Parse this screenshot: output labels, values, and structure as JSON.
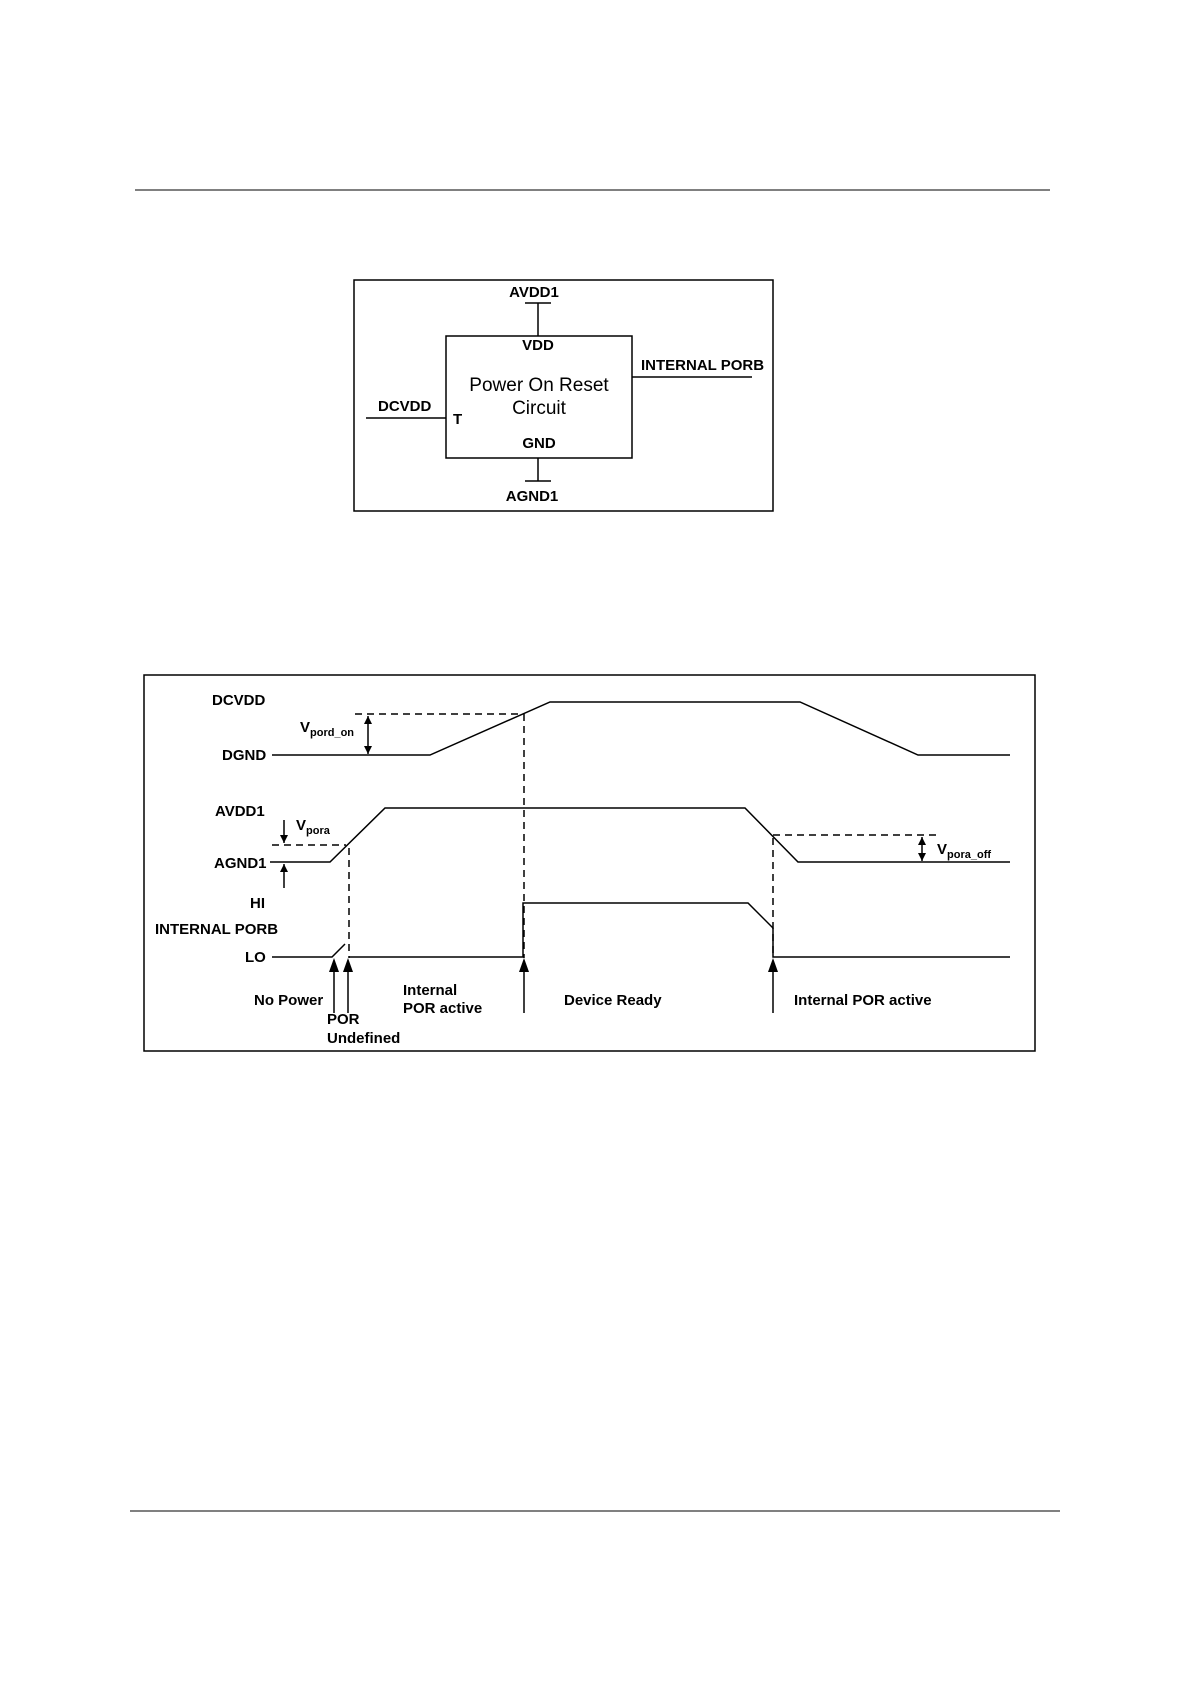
{
  "block_diagram": {
    "supply_pin": "AVDD1",
    "vdd_pin": "VDD",
    "block_title_line1": "Power On Reset",
    "block_title_line2": "Circuit",
    "output_signal": "INTERNAL PORB",
    "input_signal": "DCVDD",
    "t_pin": "T",
    "gnd_pin": "GND",
    "ground_pin": "AGND1"
  },
  "timing_diagram": {
    "signals": {
      "dcvdd": "DCVDD",
      "dgnd": "DGND",
      "avdd1": "AVDD1",
      "agnd1": "AGND1",
      "hi": "HI",
      "internal_porb": "INTERNAL PORB",
      "lo": "LO"
    },
    "thresholds": {
      "vpord_on_main": "V",
      "vpord_on_sub": "pord_on",
      "vpora_main": "V",
      "vpora_sub": "pora",
      "vpora_off_main": "V",
      "vpora_off_sub": "pora_off"
    },
    "phases": {
      "no_power": "No Power",
      "por_undefined_line1": "POR",
      "por_undefined_line2": "Undefined",
      "internal_por_line1": "Internal",
      "internal_por_line2": "POR active",
      "device_ready": "Device Ready",
      "internal_por_active": "Internal POR active"
    }
  }
}
